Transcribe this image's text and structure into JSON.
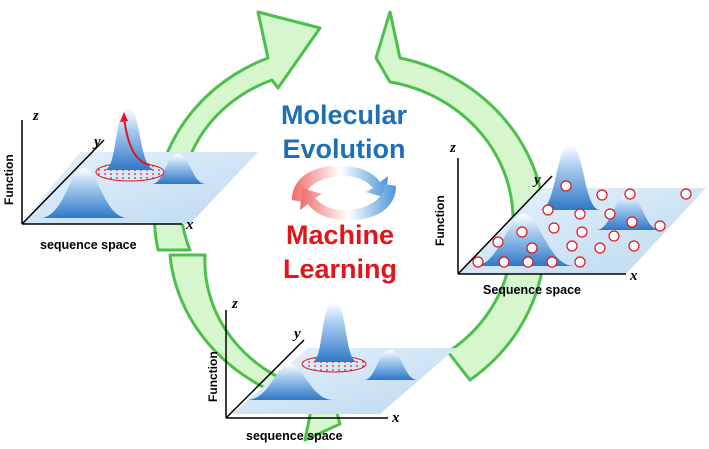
{
  "center": {
    "title_line1": "Molecular",
    "title_line2": "Evolution",
    "subtitle_line1": "Machine",
    "subtitle_line2": "Learning"
  },
  "panels": {
    "left": {
      "z": "z",
      "y": "y",
      "x": "x",
      "function": "Function",
      "space": "sequence space"
    },
    "right": {
      "z": "z",
      "y": "y",
      "x": "x",
      "function": "Function",
      "space": "Sequence space"
    },
    "bottom": {
      "z": "z",
      "y": "y",
      "x": "x",
      "function": "Function",
      "space": "sequence space"
    }
  },
  "colors": {
    "cycle_arrow_fill": "#d6f7cd",
    "cycle_arrow_stroke": "#4cbf4c",
    "molecular_evolution": "#1f6fb5",
    "machine_learning": "#e3141b",
    "plane": "#cfe4f5",
    "peak": "#4d95d8",
    "sample_point": "#e3141b"
  }
}
